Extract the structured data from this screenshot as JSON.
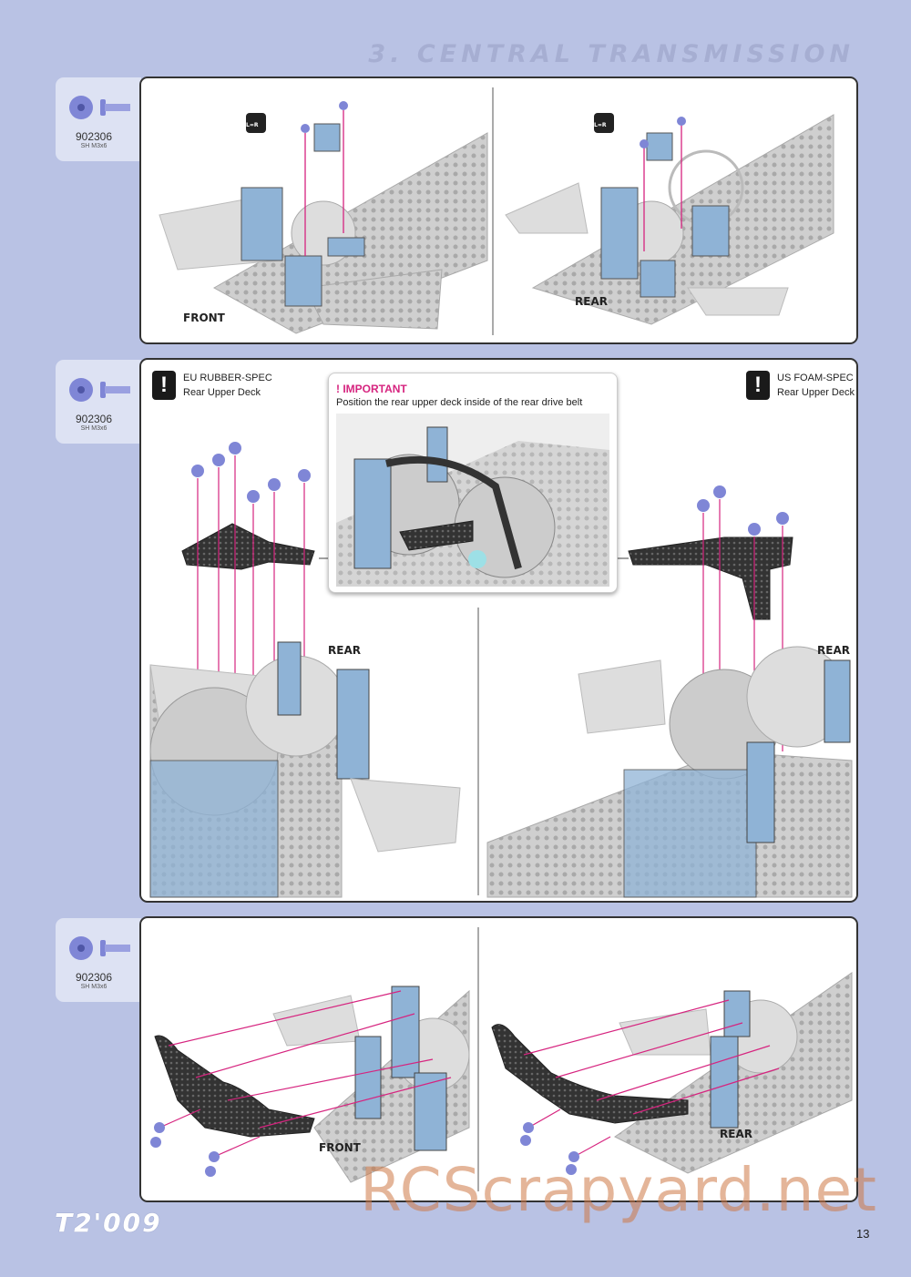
{
  "page": {
    "section_title": "3. CENTRAL TRANSMISSION",
    "page_number": "13",
    "footer_logo": "T2'009",
    "watermark": "RCScrapyard.net"
  },
  "steps": [
    {
      "part_code": "902306",
      "part_spec": "SH M3x6",
      "left_badge": "L=R",
      "right_badge": "L=R",
      "left_view": "FRONT",
      "right_view": "REAR"
    },
    {
      "part_code": "902306",
      "part_spec": "SH M3x6",
      "eu_title": "EU RUBBER-SPEC",
      "eu_subtitle": "Rear Upper Deck",
      "us_title": "US FOAM-SPEC",
      "us_subtitle": "Rear Upper Deck",
      "important_title": "! IMPORTANT",
      "important_text": "Position the rear upper deck inside of the rear drive belt",
      "left_view": "REAR",
      "right_view": "REAR"
    },
    {
      "part_code": "902306",
      "part_spec": "SH M3x6",
      "left_view": "FRONT",
      "right_view": "REAR"
    }
  ],
  "colors": {
    "page_bg": "#b9c2e4",
    "arrow": "#d6247f",
    "screw": "#7f86d6",
    "bracket": "#8fb3d6",
    "carbon": "#444444"
  }
}
